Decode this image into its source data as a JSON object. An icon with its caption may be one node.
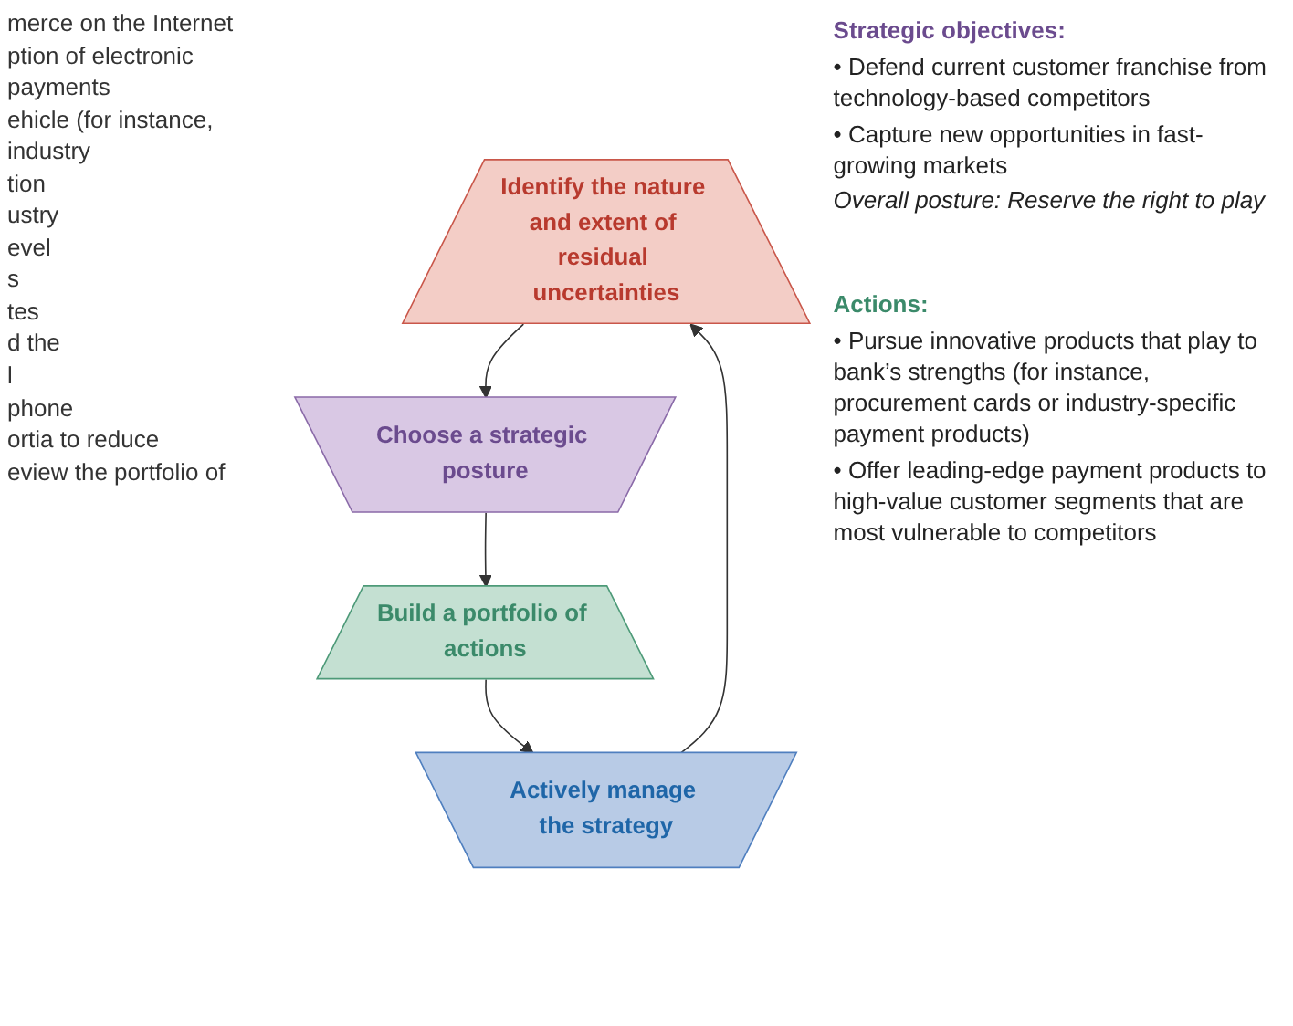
{
  "diagram": {
    "nodes": [
      {
        "text": [
          "Identify the nature and extent of residual uncertainties"
        ]
      },
      {
        "text": [
          "Choose a strategic posture"
        ],
        "beside": [
          "Strategic objectives:",
          "• Defend current customer franchise from technology-based competitors",
          "• Capture new opportunities in fast-growing markets",
          "Overall posture: Reserve the right to play"
        ]
      },
      {
        "text": [
          "Build a portfolio of actions"
        ],
        "beside": [
          "Actions:",
          "• Pursue innovative products that play to bank’s strengths (for instance, procurement cards or industry-specific payment products)",
          "• Offer leading-edge payment products to high-value customer segments that are most vulnerable to competitors"
        ]
      },
      {
        "text": [
          "Actively manage the strategy"
        ]
      }
    ],
    "edges": [
      {
        "from": 0,
        "to": 1,
        "arrow": "to"
      },
      {
        "from": 1,
        "to": 2,
        "arrow": "to"
      },
      {
        "from": 2,
        "to": 3,
        "arrow": "to"
      },
      {
        "from": 3,
        "to": 0,
        "arrow": "to"
      }
    ],
    "labels": [
      "merce on the Internet",
      "ption of electronic payments",
      "ehicle (for instance,",
      "industry",
      "tion",
      "ustry",
      "evel",
      "s",
      "tes",
      "d the",
      "l",
      "phone",
      "ortia to reduce",
      "eview the portfolio of"
    ]
  }
}
